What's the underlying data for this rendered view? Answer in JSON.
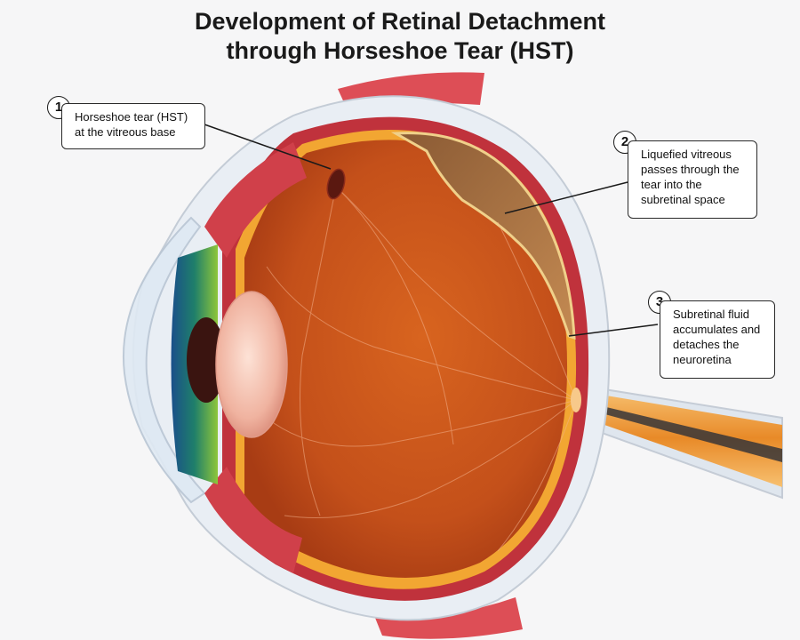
{
  "title": {
    "line1": "Development of Retinal Detachment",
    "line2": "through Horseshoe Tear (HST)"
  },
  "callouts": [
    {
      "number": "1",
      "lines": [
        "Horseshoe tear (HST)",
        "at the vitreous base"
      ]
    },
    {
      "number": "2",
      "lines": [
        "Liquefied vitreous",
        "passes through the",
        "tear into the",
        "subretinal space"
      ]
    },
    {
      "number": "3",
      "lines": [
        "Subretinal fluid",
        "accumulates and",
        "detaches the",
        "neuroretina"
      ]
    }
  ],
  "colors": {
    "background": "#f6f6f7",
    "vitreous": "#c8531a",
    "sclera": "#e9eef4",
    "choroid": "#c0323c",
    "retina": "#f0a030",
    "iris": "#2c8a4a",
    "lens": "#f2b8a8",
    "subretinal_fluid": "#a86a3a",
    "optic_nerve": "#f0a040"
  }
}
